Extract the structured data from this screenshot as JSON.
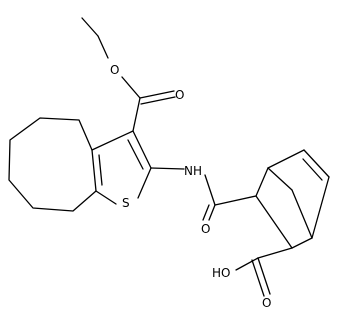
{
  "colors": {
    "line": "#000000",
    "background": "#ffffff"
  },
  "labels": {
    "ester_carbonyl_o": "O",
    "ester_ether_o": "O",
    "amide_nh": "NH",
    "thiophene_s": "S",
    "amide_o": "O",
    "acid_oh": "HO",
    "acid_carbonyl_o": "O"
  }
}
